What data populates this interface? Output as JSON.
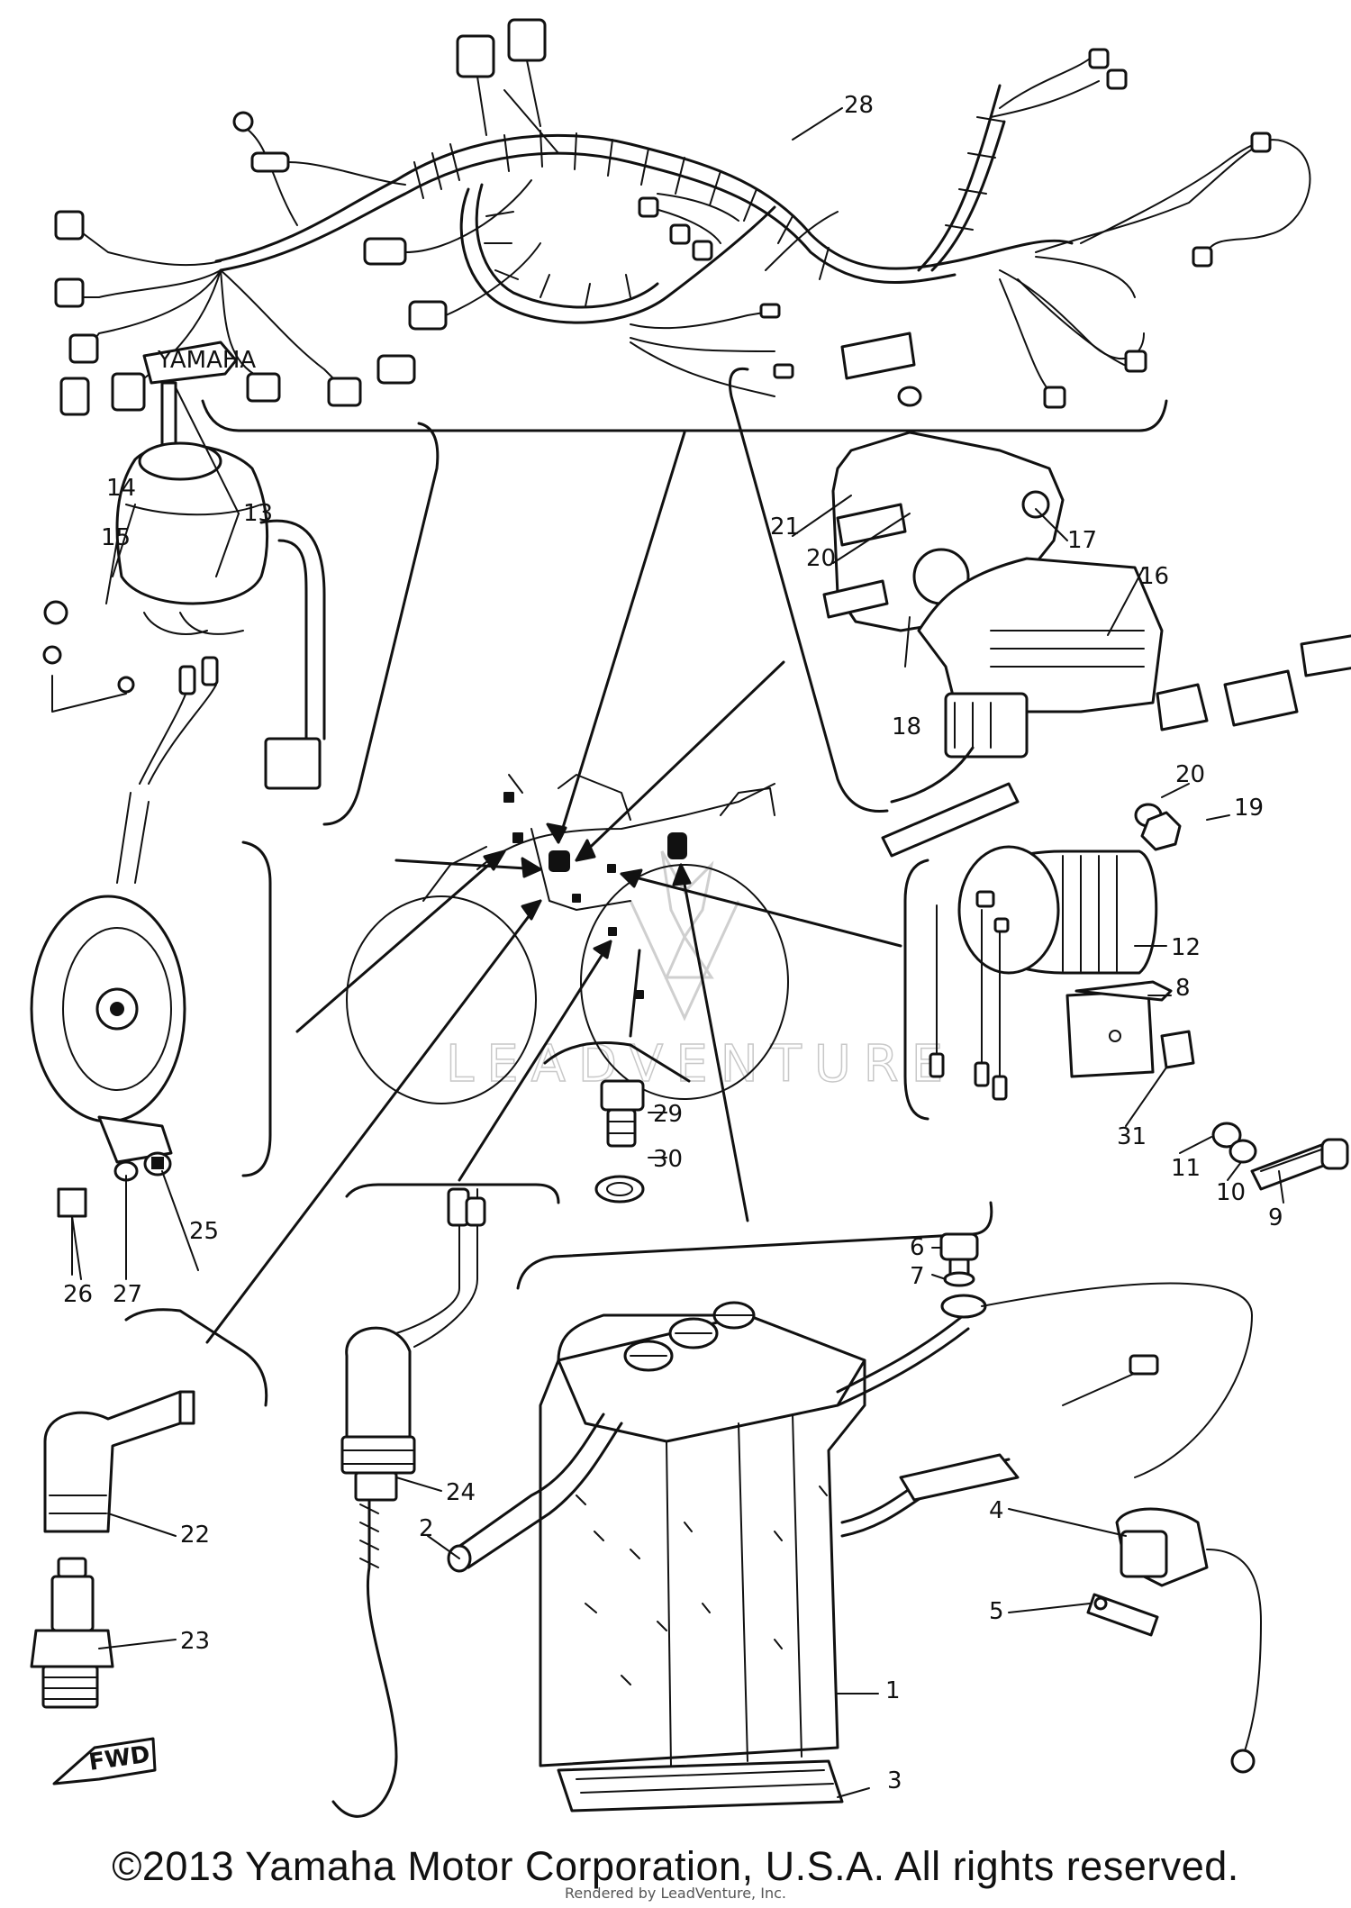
{
  "watermark": {
    "text": "LEADVENTURE"
  },
  "footer": {
    "copyright": "©2013 Yamaha Motor Corporation, U.S.A. All rights reserved.",
    "rendered_by": "Rendered by LeadVenture, Inc."
  },
  "key": {
    "brand_text": "YAMAHA"
  },
  "fwd_marker": {
    "text": "FWD"
  },
  "callouts": {
    "c1": "1",
    "c2": "2",
    "c3": "3",
    "c4": "4",
    "c5": "5",
    "c6": "6",
    "c7": "7",
    "c8": "8",
    "c9": "9",
    "c10": "10",
    "c11": "11",
    "c12": "12",
    "c13": "13",
    "c14": "14",
    "c15": "15",
    "c16": "16",
    "c17": "17",
    "c18": "18",
    "c19": "19",
    "c20a": "20",
    "c20b": "20",
    "c21": "21",
    "c22": "22",
    "c23": "23",
    "c24": "24",
    "c25": "25",
    "c26": "26",
    "c27": "27",
    "c28": "28",
    "c29": "29",
    "c30": "30",
    "c31": "31"
  }
}
